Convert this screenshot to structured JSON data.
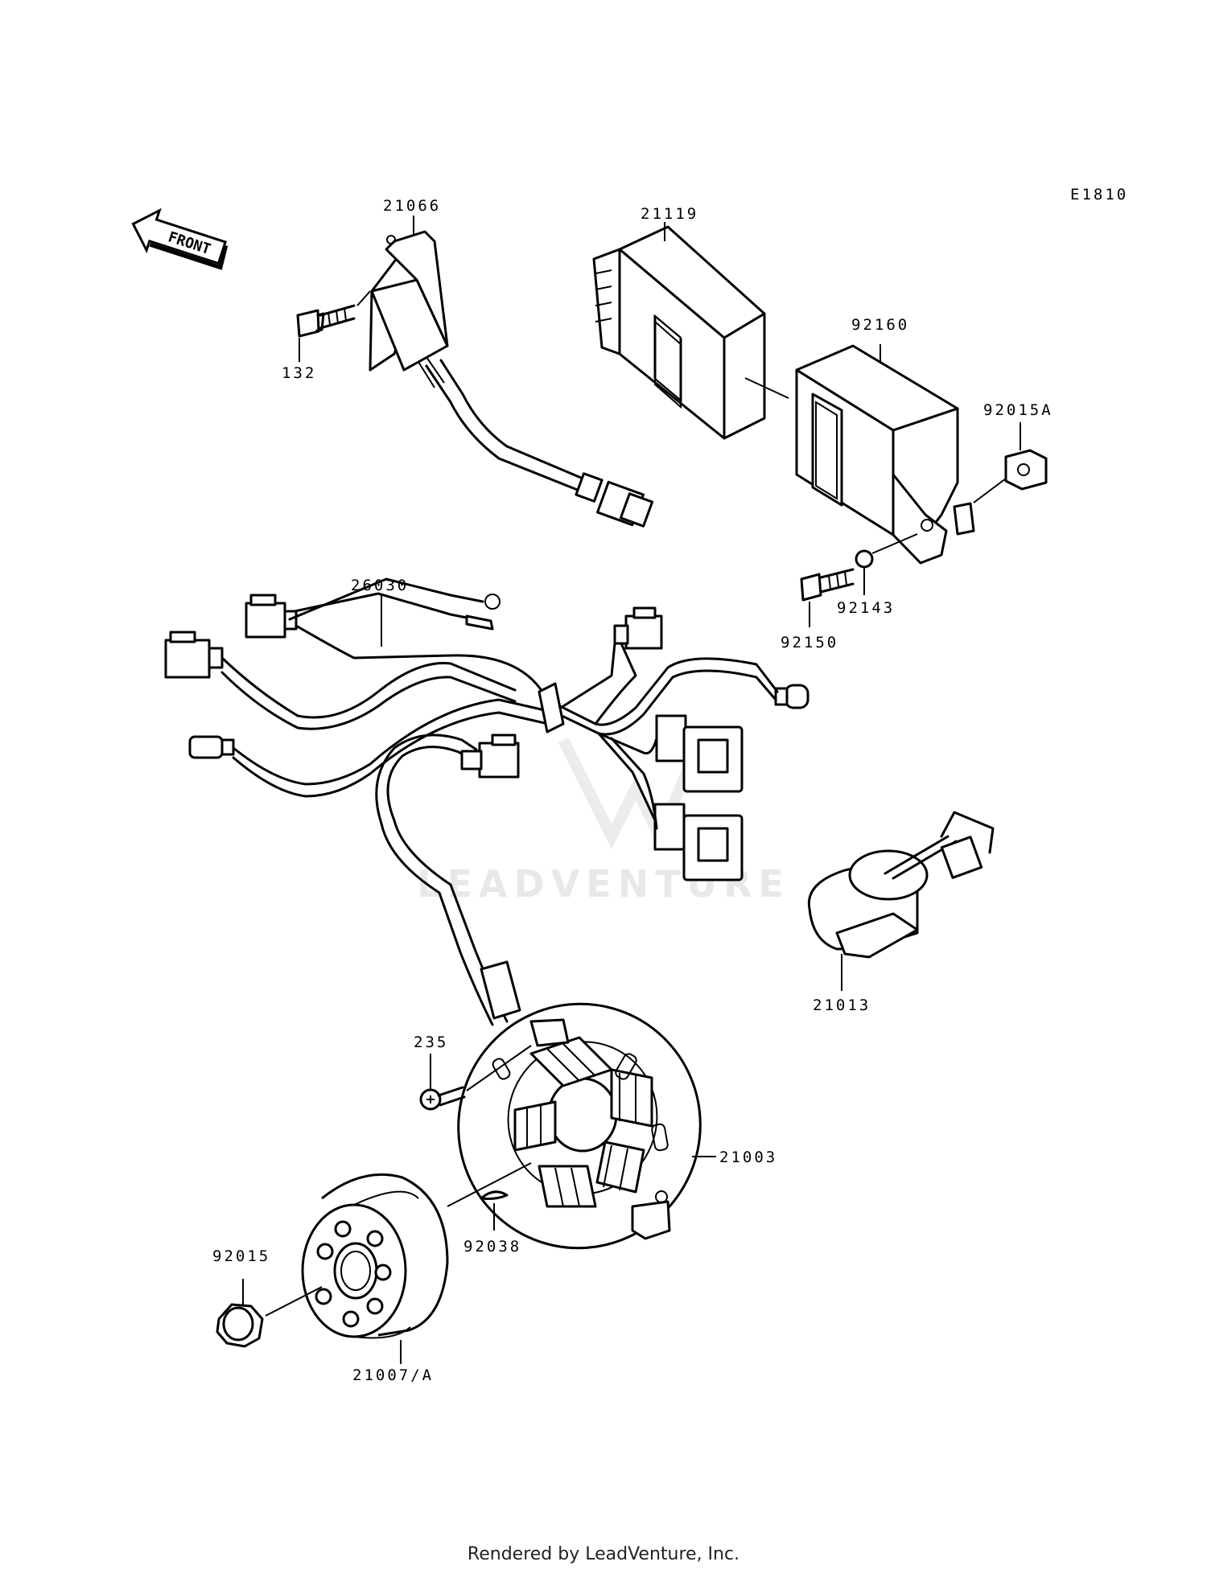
{
  "diagram_code": "E1810",
  "front_label": "FRONT",
  "watermark": "LEADVENTURE",
  "parts": [
    {
      "id": "p21066",
      "label": "21066"
    },
    {
      "id": "p132",
      "label": "132"
    },
    {
      "id": "p21119",
      "label": "21119"
    },
    {
      "id": "p92160",
      "label": "92160"
    },
    {
      "id": "p92015A",
      "label": "92015A"
    },
    {
      "id": "p92143",
      "label": "92143"
    },
    {
      "id": "p92150",
      "label": "92150"
    },
    {
      "id": "p26030",
      "label": "26030"
    },
    {
      "id": "p21013",
      "label": "21013"
    },
    {
      "id": "p235",
      "label": "235"
    },
    {
      "id": "p21003",
      "label": "21003"
    },
    {
      "id": "p92038",
      "label": "92038"
    },
    {
      "id": "p92015",
      "label": "92015"
    },
    {
      "id": "p21007A",
      "label": "21007/A"
    }
  ],
  "footer": "Rendered by LeadVenture, Inc."
}
